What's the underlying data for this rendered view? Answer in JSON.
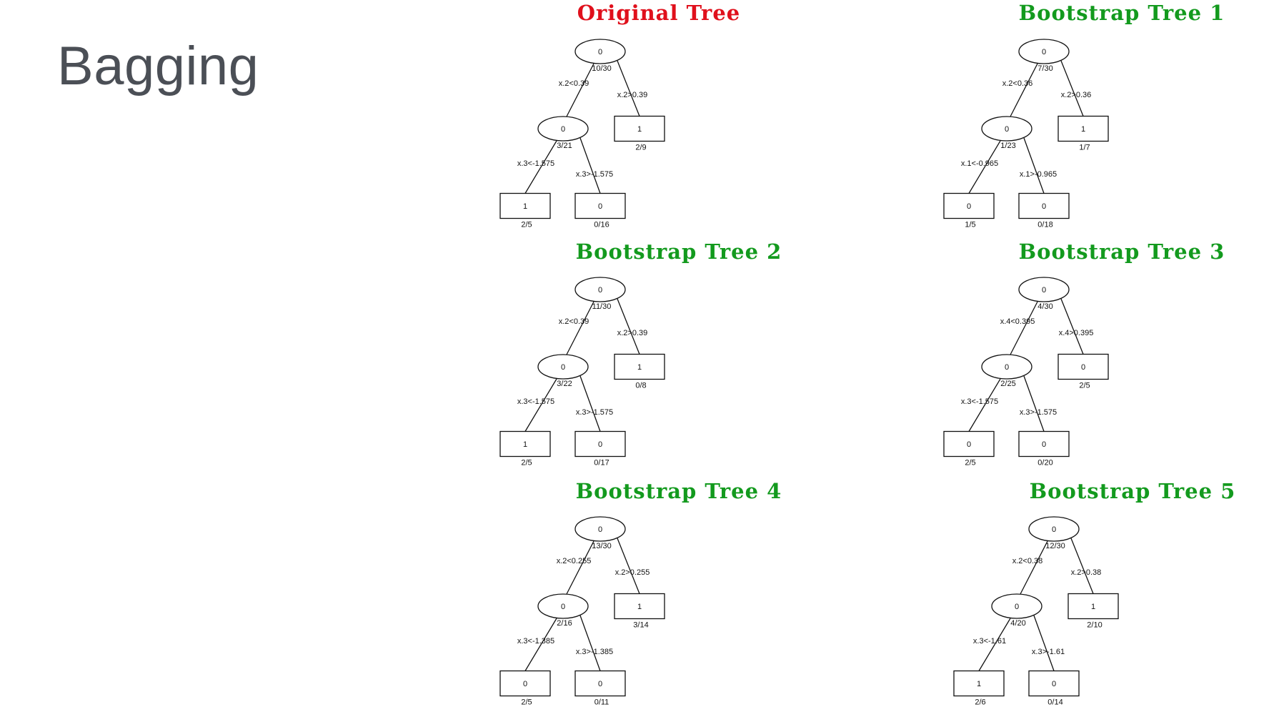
{
  "slide": {
    "title": "Bagging"
  },
  "colors": {
    "original_title": "#e0101c",
    "bootstrap_title": "#139a1e",
    "slide_title": "#4b4f56"
  },
  "trees": [
    {
      "title": "Original Tree",
      "title_color": "#e0101c",
      "root": {
        "class": "0",
        "count": "10/30"
      },
      "split1": {
        "left": "x.2<0.39",
        "right": "x.2>0.39"
      },
      "right_leaf": {
        "class": "1",
        "count": "2/9"
      },
      "mid": {
        "class": "0",
        "count": "3/21"
      },
      "split2": {
        "left": "x.3<-1.575",
        "right": "x.3>-1.575"
      },
      "leaf_ll": {
        "class": "1",
        "count": "2/5"
      },
      "leaf_lr": {
        "class": "0",
        "count": "0/16"
      }
    },
    {
      "title": "Bootstrap Tree 1",
      "title_color": "#139a1e",
      "root": {
        "class": "0",
        "count": "7/30"
      },
      "split1": {
        "left": "x.2<0.36",
        "right": "x.2>0.36"
      },
      "right_leaf": {
        "class": "1",
        "count": "1/7"
      },
      "mid": {
        "class": "0",
        "count": "1/23"
      },
      "split2": {
        "left": "x.1<-0.965",
        "right": "x.1>-0.965"
      },
      "leaf_ll": {
        "class": "0",
        "count": "1/5"
      },
      "leaf_lr": {
        "class": "0",
        "count": "0/18"
      }
    },
    {
      "title": "Bootstrap Tree 2",
      "title_color": "#139a1e",
      "root": {
        "class": "0",
        "count": "11/30"
      },
      "split1": {
        "left": "x.2<0.39",
        "right": "x.2>0.39"
      },
      "right_leaf": {
        "class": "1",
        "count": "0/8"
      },
      "mid": {
        "class": "0",
        "count": "3/22"
      },
      "split2": {
        "left": "x.3<-1.575",
        "right": "x.3>-1.575"
      },
      "leaf_ll": {
        "class": "1",
        "count": "2/5"
      },
      "leaf_lr": {
        "class": "0",
        "count": "0/17"
      }
    },
    {
      "title": "Bootstrap Tree 3",
      "title_color": "#139a1e",
      "root": {
        "class": "0",
        "count": "4/30"
      },
      "split1": {
        "left": "x.4<0.395",
        "right": "x.4>0.395"
      },
      "right_leaf": {
        "class": "0",
        "count": "2/5"
      },
      "mid": {
        "class": "0",
        "count": "2/25"
      },
      "split2": {
        "left": "x.3<-1.575",
        "right": "x.3>-1.575"
      },
      "leaf_ll": {
        "class": "0",
        "count": "2/5"
      },
      "leaf_lr": {
        "class": "0",
        "count": "0/20"
      }
    },
    {
      "title": "Bootstrap Tree 4",
      "title_color": "#139a1e",
      "root": {
        "class": "0",
        "count": "13/30"
      },
      "split1": {
        "left": "x.2<0.255",
        "right": "x.2>0.255"
      },
      "right_leaf": {
        "class": "1",
        "count": "3/14"
      },
      "mid": {
        "class": "0",
        "count": "2/16"
      },
      "split2": {
        "left": "x.3<-1.385",
        "right": "x.3>-1.385"
      },
      "leaf_ll": {
        "class": "0",
        "count": "2/5"
      },
      "leaf_lr": {
        "class": "0",
        "count": "0/11"
      }
    },
    {
      "title": "Bootstrap Tree 5",
      "title_color": "#139a1e",
      "root": {
        "class": "0",
        "count": "12/30"
      },
      "split1": {
        "left": "x.2<0.38",
        "right": "x.2>0.38"
      },
      "right_leaf": {
        "class": "1",
        "count": "2/10"
      },
      "mid": {
        "class": "0",
        "count": "4/20"
      },
      "split2": {
        "left": "x.3<-1.61",
        "right": "x.3>-1.61"
      },
      "leaf_ll": {
        "class": "1",
        "count": "2/6"
      },
      "leaf_lr": {
        "class": "0",
        "count": "0/14"
      }
    }
  ]
}
